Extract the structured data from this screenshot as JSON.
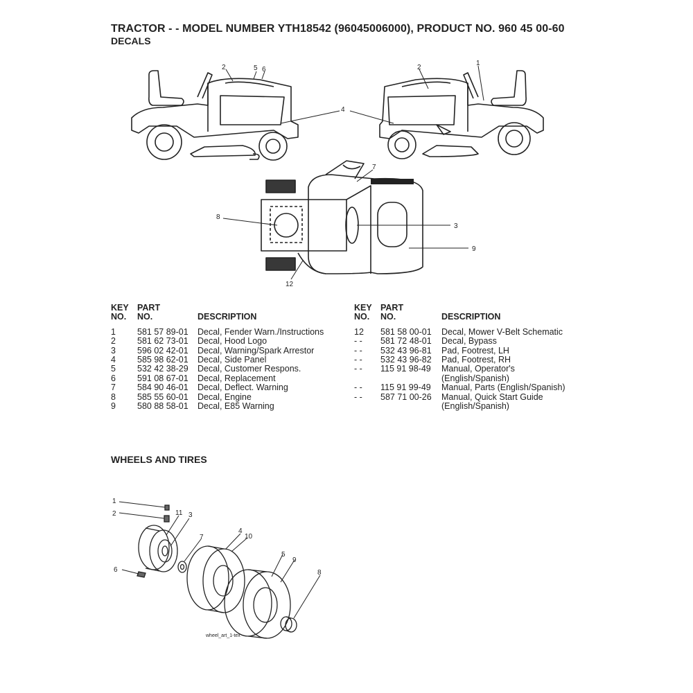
{
  "header": {
    "title": "TRACTOR - - MODEL NUMBER YTH18542 (96045006000), PRODUCT NO. 960 45 00-60",
    "subtitle": "DECALS"
  },
  "table_headers": {
    "key_1": "KEY",
    "key_2": "NO.",
    "part_1": "PART",
    "part_2": "NO.",
    "description": "DESCRIPTION"
  },
  "decals_left": [
    {
      "key": "1",
      "part": "581 57 89-01",
      "desc": "Decal, Fender Warn./Instructions"
    },
    {
      "key": "2",
      "part": "581 62 73-01",
      "desc": "Decal, Hood Logo"
    },
    {
      "key": "3",
      "part": "596 02 42-01",
      "desc": "Decal, Warning/Spark Arrestor"
    },
    {
      "key": "4",
      "part": "585 98 62-01",
      "desc": "Decal, Side Panel"
    },
    {
      "key": "5",
      "part": "532 42 38-29",
      "desc": "Decal, Customer Respons."
    },
    {
      "key": "6",
      "part": "591 08 67-01",
      "desc": "Decal, Replacement"
    },
    {
      "key": "7",
      "part": "584 90 46-01",
      "desc": "Decal, Deflect. Warning"
    },
    {
      "key": "8",
      "part": "585 55 60-01",
      "desc": "Decal, Engine"
    },
    {
      "key": "9",
      "part": "580 88 58-01",
      "desc": "Decal, E85 Warning"
    }
  ],
  "decals_right": [
    {
      "key": "12",
      "part": "581 58 00-01",
      "desc": "Decal, Mower V-Belt Schematic"
    },
    {
      "key": "- -",
      "part": "581 72 48-01",
      "desc": "Decal, Bypass"
    },
    {
      "key": "- -",
      "part": "532 43 96-81",
      "desc": "Pad, Footrest, LH"
    },
    {
      "key": "- -",
      "part": "532 43 96-82",
      "desc": "Pad, Footrest, RH"
    },
    {
      "key": "- -",
      "part": "115 91 98-49",
      "desc": "Manual, Operator's"
    },
    {
      "key": "",
      "part": "",
      "desc": "(English/Spanish)"
    },
    {
      "key": "- -",
      "part": "115 91 99-49",
      "desc": "Manual, Parts  (English/Spanish)"
    },
    {
      "key": "- -",
      "part": "587 71 00-26",
      "desc": "Manual, Quick Start Guide"
    },
    {
      "key": "",
      "part": "",
      "desc": "(English/Spanish)"
    }
  ],
  "wheels_section": "WHEELS AND TIRES",
  "callouts": {
    "tractor_left": [
      "2",
      "5",
      "6"
    ],
    "tractor_right": [
      "2",
      "1"
    ],
    "side_panel": "4",
    "top_view": [
      "7",
      "8",
      "3",
      "9",
      "12"
    ],
    "wheels": [
      "1",
      "2",
      "11",
      "3",
      "7",
      "6",
      "4",
      "10",
      "5",
      "9",
      "8"
    ]
  },
  "art_caption": "wheel_art_1-tex"
}
